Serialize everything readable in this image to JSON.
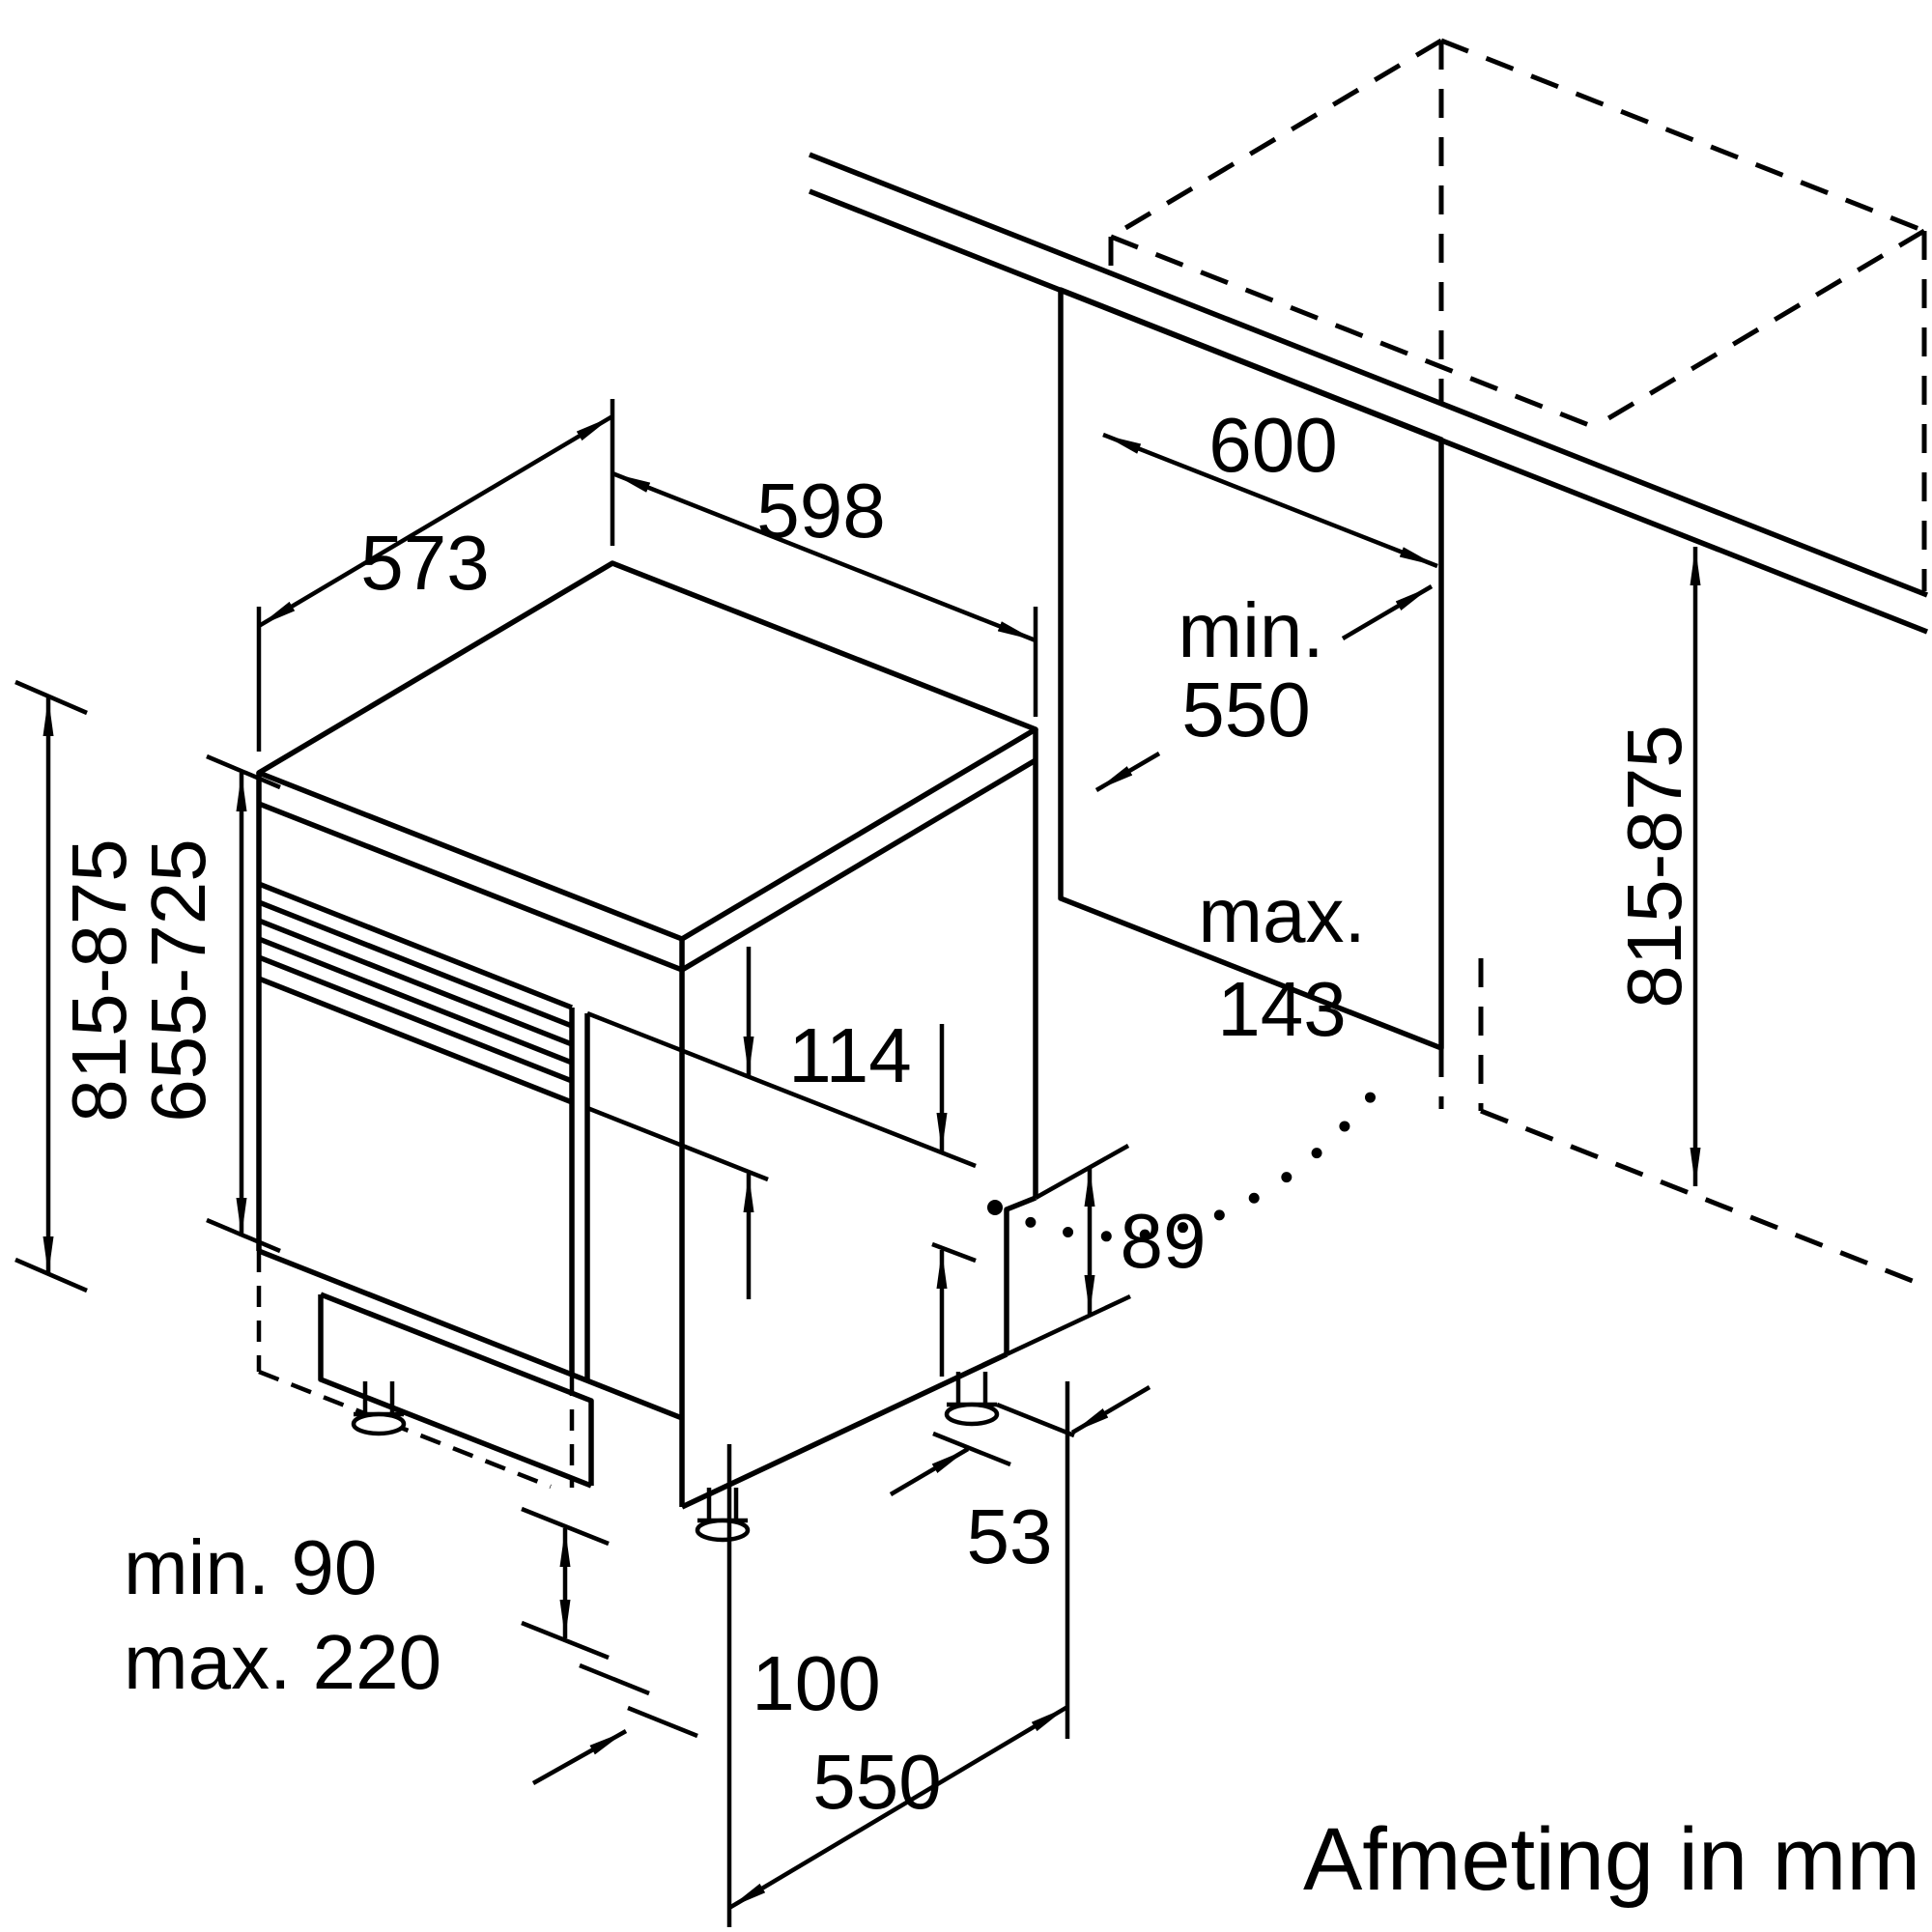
{
  "background": "#ffffff",
  "line_color": "#000000",
  "caption": "Afmeting in mm",
  "dimensions": {
    "appliance_depth": "573",
    "appliance_width": "598",
    "niche_width": "600",
    "niche_depth": {
      "line1": "min.",
      "line2": "550"
    },
    "appliance_height_range": "815-875",
    "front_height_range": "655-725",
    "control_panel_height": "114",
    "door_panel_max": {
      "line1": "max.",
      "line2": "143"
    },
    "rear_recess_height": "89",
    "rear_foot_offset": "53",
    "plinth_range": {
      "line1": "min. 90",
      "line2": "max. 220"
    },
    "foot_inset": "100",
    "base_depth": "550",
    "niche_height_range": "815-875"
  }
}
